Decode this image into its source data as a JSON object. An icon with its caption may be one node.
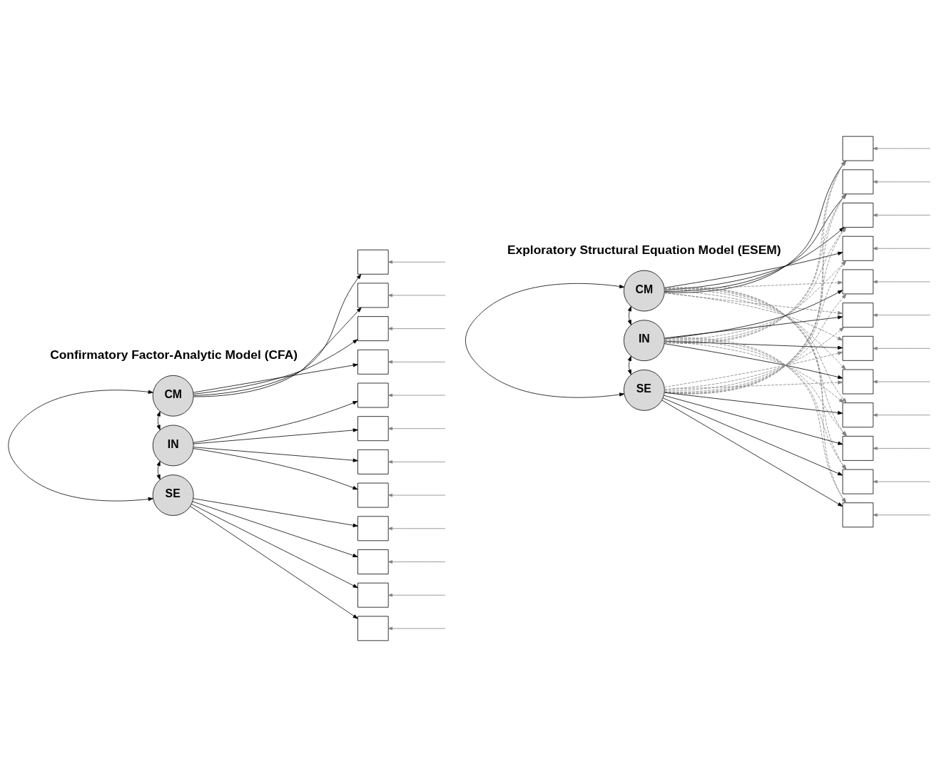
{
  "diagram": {
    "nodes": [
      {
        "text": [
          "CM"
        ]
      },
      {
        "text": [
          "IN"
        ]
      },
      {
        "text": [
          "SE"
        ]
      },
      {
        "text": [],
        "shape": "box"
      },
      {
        "text": [],
        "shape": "box"
      },
      {
        "text": [],
        "shape": "box"
      },
      {
        "text": [],
        "shape": "box"
      },
      {
        "text": [],
        "shape": "box"
      },
      {
        "text": [],
        "shape": "box"
      },
      {
        "text": [],
        "shape": "box"
      },
      {
        "text": [],
        "shape": "box"
      },
      {
        "text": [],
        "shape": "box"
      },
      {
        "text": [],
        "shape": "box"
      },
      {
        "text": [],
        "shape": "box"
      },
      {
        "text": [],
        "shape": "box"
      },
      {
        "text": [
          "CM"
        ]
      },
      {
        "text": [
          "IN"
        ]
      },
      {
        "text": [
          "SE"
        ]
      },
      {
        "text": [],
        "shape": "box"
      },
      {
        "text": [],
        "shape": "box"
      },
      {
        "text": [],
        "shape": "box"
      },
      {
        "text": [],
        "shape": "box"
      },
      {
        "text": [],
        "shape": "box"
      },
      {
        "text": [],
        "shape": "box"
      },
      {
        "text": [],
        "shape": "box"
      },
      {
        "text": [],
        "shape": "box"
      },
      {
        "text": [],
        "shape": "box"
      },
      {
        "text": [],
        "shape": "box"
      },
      {
        "text": [],
        "shape": "box"
      },
      {
        "text": [],
        "shape": "box"
      }
    ],
    "edges": [
      {
        "from": 0,
        "to": 3,
        "arrow": "to",
        "color": "#000000"
      },
      {
        "from": 0,
        "to": 4,
        "arrow": "to",
        "color": "#000000"
      },
      {
        "from": 0,
        "to": 5,
        "arrow": "to",
        "color": "#000000"
      },
      {
        "from": 0,
        "to": 6,
        "arrow": "to",
        "color": "#000000"
      },
      {
        "from": 1,
        "to": 7,
        "arrow": "to",
        "color": "#000000"
      },
      {
        "from": 1,
        "to": 8,
        "arrow": "to",
        "color": "#000000"
      },
      {
        "from": 1,
        "to": 9,
        "arrow": "to",
        "color": "#000000"
      },
      {
        "from": 1,
        "to": 10,
        "arrow": "to",
        "color": "#000000"
      },
      {
        "from": 2,
        "to": 11,
        "arrow": "to",
        "color": "#000000"
      },
      {
        "from": 2,
        "to": 12,
        "arrow": "to",
        "color": "#000000"
      },
      {
        "from": 2,
        "to": 13,
        "arrow": "to",
        "color": "#000000"
      },
      {
        "from": 2,
        "to": 14,
        "arrow": "to",
        "color": "#000000"
      },
      {
        "from": 0,
        "to": 1,
        "arrow": "both",
        "color": "#000000"
      },
      {
        "from": 1,
        "to": 2,
        "arrow": "both",
        "color": "#000000"
      },
      {
        "from": 0,
        "to": 2,
        "arrow": "both",
        "color": "#000000"
      },
      {
        "from": null,
        "to": 3,
        "arrow": "to",
        "color": "#808080"
      },
      {
        "from": null,
        "to": 4,
        "arrow": "to",
        "color": "#808080"
      },
      {
        "from": null,
        "to": 5,
        "arrow": "to",
        "color": "#808080"
      },
      {
        "from": null,
        "to": 6,
        "arrow": "to",
        "color": "#808080"
      },
      {
        "from": null,
        "to": 7,
        "arrow": "to",
        "color": "#808080"
      },
      {
        "from": null,
        "to": 8,
        "arrow": "to",
        "color": "#808080"
      },
      {
        "from": null,
        "to": 9,
        "arrow": "to",
        "color": "#808080"
      },
      {
        "from": null,
        "to": 10,
        "arrow": "to",
        "color": "#808080"
      },
      {
        "from": null,
        "to": 11,
        "arrow": "to",
        "color": "#808080"
      },
      {
        "from": null,
        "to": 12,
        "arrow": "to",
        "color": "#808080"
      },
      {
        "from": null,
        "to": 13,
        "arrow": "to",
        "color": "#808080"
      },
      {
        "from": null,
        "to": 14,
        "arrow": "to",
        "color": "#808080"
      },
      {
        "from": 15,
        "to": 18,
        "arrow": "to",
        "color": "#000000"
      },
      {
        "from": 15,
        "to": 19,
        "arrow": "to",
        "color": "#000000"
      },
      {
        "from": 15,
        "to": 20,
        "arrow": "to",
        "color": "#000000"
      },
      {
        "from": 15,
        "to": 21,
        "arrow": "to",
        "color": "#000000"
      },
      {
        "from": 16,
        "to": 22,
        "arrow": "to",
        "color": "#000000"
      },
      {
        "from": 16,
        "to": 23,
        "arrow": "to",
        "color": "#000000"
      },
      {
        "from": 16,
        "to": 24,
        "arrow": "to",
        "color": "#000000"
      },
      {
        "from": 16,
        "to": 25,
        "arrow": "to",
        "color": "#000000"
      },
      {
        "from": 17,
        "to": 26,
        "arrow": "to",
        "color": "#000000"
      },
      {
        "from": 17,
        "to": 27,
        "arrow": "to",
        "color": "#000000"
      },
      {
        "from": 17,
        "to": 28,
        "arrow": "to",
        "color": "#000000"
      },
      {
        "from": 17,
        "to": 29,
        "arrow": "to",
        "color": "#000000"
      },
      {
        "from": 15,
        "to": 22,
        "arrow": "to",
        "style": "dashed",
        "color": "#808080"
      },
      {
        "from": 15,
        "to": 23,
        "arrow": "to",
        "style": "dashed",
        "color": "#808080"
      },
      {
        "from": 15,
        "to": 24,
        "arrow": "to",
        "style": "dashed",
        "color": "#808080"
      },
      {
        "from": 15,
        "to": 25,
        "arrow": "to",
        "style": "dashed",
        "color": "#808080"
      },
      {
        "from": 15,
        "to": 26,
        "arrow": "to",
        "style": "dashed",
        "color": "#808080"
      },
      {
        "from": 15,
        "to": 27,
        "arrow": "to",
        "style": "dashed",
        "color": "#808080"
      },
      {
        "from": 15,
        "to": 28,
        "arrow": "to",
        "style": "dashed",
        "color": "#808080"
      },
      {
        "from": 15,
        "to": 29,
        "arrow": "to",
        "style": "dashed",
        "color": "#808080"
      },
      {
        "from": 16,
        "to": 18,
        "arrow": "to",
        "style": "dashed",
        "color": "#808080"
      },
      {
        "from": 16,
        "to": 19,
        "arrow": "to",
        "style": "dashed",
        "color": "#808080"
      },
      {
        "from": 16,
        "to": 20,
        "arrow": "to",
        "style": "dashed",
        "color": "#808080"
      },
      {
        "from": 16,
        "to": 21,
        "arrow": "to",
        "style": "dashed",
        "color": "#808080"
      },
      {
        "from": 16,
        "to": 26,
        "arrow": "to",
        "style": "dashed",
        "color": "#808080"
      },
      {
        "from": 16,
        "to": 27,
        "arrow": "to",
        "style": "dashed",
        "color": "#808080"
      },
      {
        "from": 16,
        "to": 28,
        "arrow": "to",
        "style": "dashed",
        "color": "#808080"
      },
      {
        "from": 16,
        "to": 29,
        "arrow": "to",
        "style": "dashed",
        "color": "#808080"
      },
      {
        "from": 17,
        "to": 18,
        "arrow": "to",
        "style": "dashed",
        "color": "#808080"
      },
      {
        "from": 17,
        "to": 19,
        "arrow": "to",
        "style": "dashed",
        "color": "#808080"
      },
      {
        "from": 17,
        "to": 20,
        "arrow": "to",
        "style": "dashed",
        "color": "#808080"
      },
      {
        "from": 17,
        "to": 21,
        "arrow": "to",
        "style": "dashed",
        "color": "#808080"
      },
      {
        "from": 17,
        "to": 22,
        "arrow": "to",
        "style": "dashed",
        "color": "#808080"
      },
      {
        "from": 17,
        "to": 23,
        "arrow": "to",
        "style": "dashed",
        "color": "#808080"
      },
      {
        "from": 17,
        "to": 24,
        "arrow": "to",
        "style": "dashed",
        "color": "#808080"
      },
      {
        "from": 17,
        "to": 25,
        "arrow": "to",
        "style": "dashed",
        "color": "#808080"
      },
      {
        "from": 15,
        "to": 16,
        "arrow": "both",
        "color": "#000000"
      },
      {
        "from": 16,
        "to": 17,
        "arrow": "both",
        "color": "#000000"
      },
      {
        "from": 15,
        "to": 17,
        "arrow": "both",
        "color": "#000000"
      },
      {
        "from": null,
        "to": 18,
        "arrow": "to",
        "color": "#808080"
      },
      {
        "from": null,
        "to": 19,
        "arrow": "to",
        "color": "#808080"
      },
      {
        "from": null,
        "to": 20,
        "arrow": "to",
        "color": "#808080"
      },
      {
        "from": null,
        "to": 21,
        "arrow": "to",
        "color": "#808080"
      },
      {
        "from": null,
        "to": 22,
        "arrow": "to",
        "color": "#808080"
      },
      {
        "from": null,
        "to": 23,
        "arrow": "to",
        "color": "#808080"
      },
      {
        "from": null,
        "to": 24,
        "arrow": "to",
        "color": "#808080"
      },
      {
        "from": null,
        "to": 25,
        "arrow": "to",
        "color": "#808080"
      },
      {
        "from": null,
        "to": 26,
        "arrow": "to",
        "color": "#808080"
      },
      {
        "from": null,
        "to": 27,
        "arrow": "to",
        "color": "#808080"
      },
      {
        "from": null,
        "to": 28,
        "arrow": "to",
        "color": "#808080"
      },
      {
        "from": null,
        "to": 29,
        "arrow": "to",
        "color": "#808080"
      }
    ],
    "labels": [
      "Confirmatory Factor-Analytic Model (CFA)",
      "Exploratory Structural Equation Model (ESEM)"
    ]
  }
}
